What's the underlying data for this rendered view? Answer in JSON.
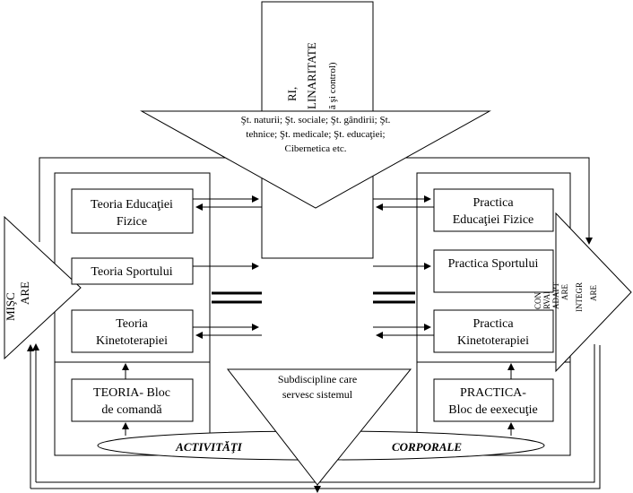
{
  "center_column": {
    "rotated_top": "RI,",
    "rotated_main": "LINARITATE",
    "rotated_sub": "ă şi control)"
  },
  "top_triangle": {
    "line1": "Şt. naturii; Şt. sociale; Şt. gândirii; Şt.",
    "line2": "tehnice; Şt. medicale; Şt. educaţiei;",
    "line3": "Cibernetica etc."
  },
  "bottom_triangle": {
    "line1": "Subdiscipline care",
    "line2": "servesc sistemul"
  },
  "left_arrow": {
    "line1": "MIŞC",
    "line2": "ARE"
  },
  "right_arrow": {
    "col1": "CONSE",
    "col2": "RVARE",
    "col3": "ADAPT",
    "col4": "ARE",
    "col5": "INTEGR",
    "col6": "ARE"
  },
  "left_boxes": [
    {
      "line1": "Teoria Educaţiei",
      "line2": "Fizice"
    },
    {
      "line1": "Teoria Sportului",
      "line2": ""
    },
    {
      "line1": "Teoria",
      "line2": "Kinetoterapiei"
    },
    {
      "line1": "TEORIA- Bloc",
      "line2": "de comandă"
    }
  ],
  "right_boxes": [
    {
      "line1": "Practica",
      "line2": "Educaţiei Fizice"
    },
    {
      "line1": "Practica Sportului",
      "line2": ""
    },
    {
      "line1": "Practica",
      "line2": "Kinetoterapiei"
    },
    {
      "line1": "PRACTICA-",
      "line2": "Bloc de eexecuţie"
    }
  ],
  "ellipse": {
    "left_word": "ACTIVITĂŢI",
    "right_word": "CORPORALE"
  }
}
